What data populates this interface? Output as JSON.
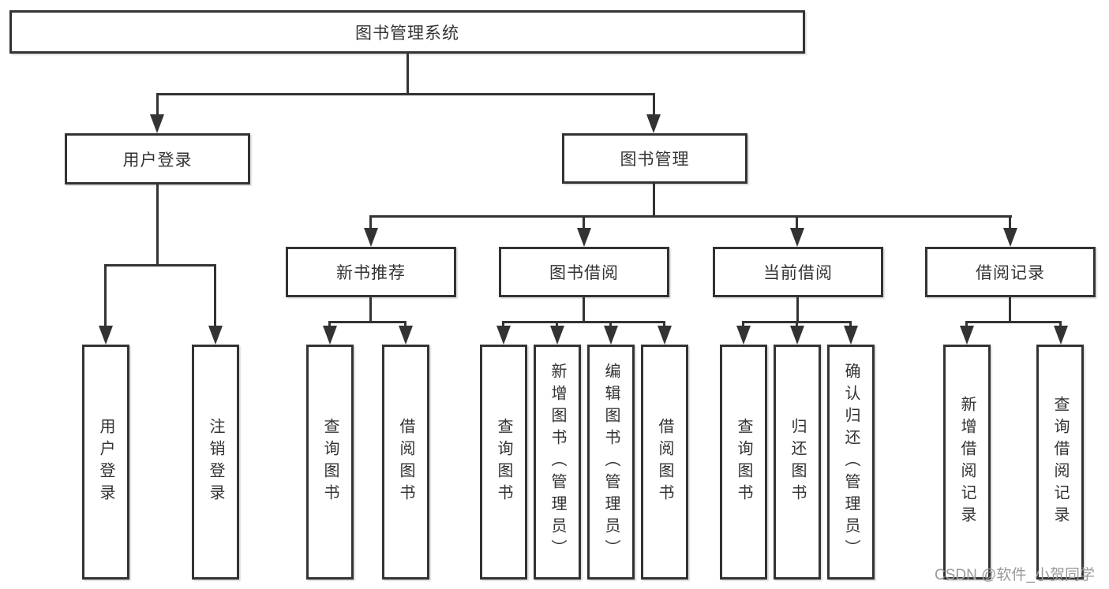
{
  "colors": {
    "background": "#ffffff",
    "line": "#333333",
    "text": "#333333",
    "watermark": "#9a9a9a"
  },
  "watermark": {
    "text": "CSDN @软件_小贺同学"
  },
  "tree": {
    "root": {
      "label": "图书管理系统",
      "children": [
        {
          "label": "用户登录",
          "children": [
            {
              "label": "用户登录"
            },
            {
              "label": "注销登录"
            }
          ]
        },
        {
          "label": "图书管理",
          "children": [
            {
              "label": "新书推荐",
              "children": [
                {
                  "label": "查询图书"
                },
                {
                  "label": "借阅图书"
                }
              ]
            },
            {
              "label": "图书借阅",
              "children": [
                {
                  "label": "查询图书"
                },
                {
                  "label": "新增图书（管理员）"
                },
                {
                  "label": "编辑图书（管理员）"
                },
                {
                  "label": "借阅图书"
                }
              ]
            },
            {
              "label": "当前借阅",
              "children": [
                {
                  "label": "查询图书"
                },
                {
                  "label": "归还图书"
                },
                {
                  "label": "确认归还（管理员）"
                }
              ]
            },
            {
              "label": "借阅记录",
              "children": [
                {
                  "label": "新增借阅记录"
                },
                {
                  "label": "查询借阅记录"
                }
              ]
            }
          ]
        }
      ]
    }
  }
}
